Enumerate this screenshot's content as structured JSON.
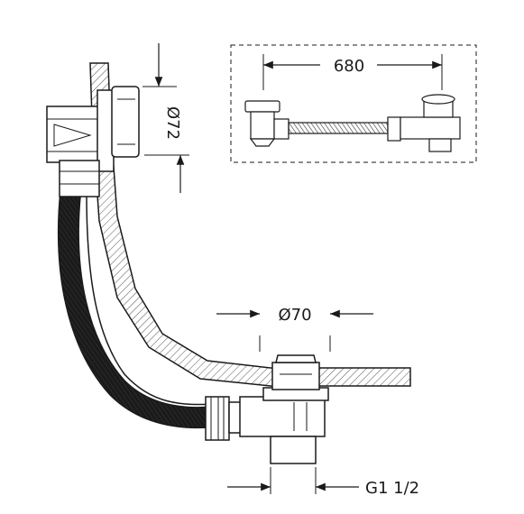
{
  "dimensions": {
    "overflow_diameter": "Ø72",
    "length": "680",
    "waste_diameter": "Ø70",
    "thread": "G1 1/2"
  },
  "colors": {
    "line": "#1a1a1a",
    "hatch": "#555555",
    "background": "#ffffff"
  }
}
